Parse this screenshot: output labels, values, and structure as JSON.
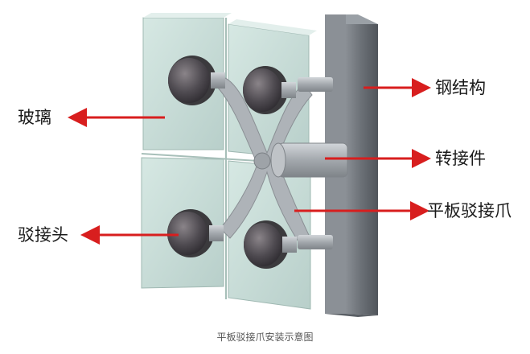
{
  "labels": {
    "glass": "玻璃",
    "steel_structure": "钢结构",
    "adapter": "转接件",
    "flat_spider_claw": "平板驳接爪",
    "spider_head": "驳接头"
  },
  "caption": "平板驳接爪安装示意图",
  "colors": {
    "arrow": "#d81e1e",
    "glass_fill": "#c7dcd7",
    "glass_edge": "#9fb8b2",
    "steel": "#6f747a",
    "metal": "#a9adb2",
    "cap": "#4d4a4f"
  }
}
